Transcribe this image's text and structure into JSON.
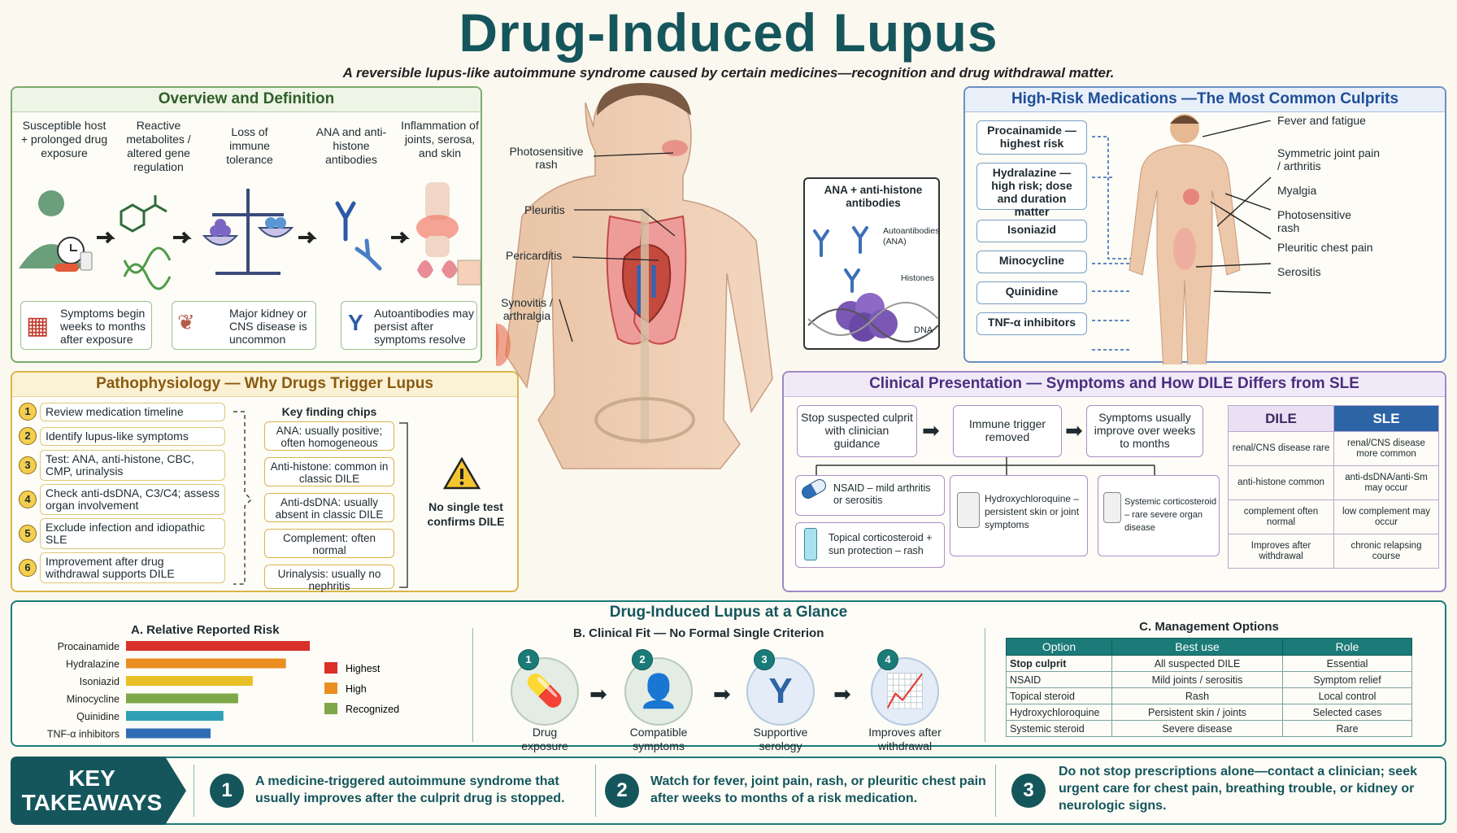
{
  "header": {
    "title": "Drug-Induced Lupus",
    "subtitle": "A reversible lupus-like autoimmune syndrome caused by certain medicines—recognition and drug withdrawal matter."
  },
  "overview": {
    "title": "Overview and Definition",
    "steps": [
      "Susceptible host + prolonged drug exposure",
      "Reactive metabolites / altered gene regulation",
      "Loss of immune tolerance",
      "ANA and anti-histone antibodies",
      "Inflammation of joints, serosa, and skin"
    ],
    "facts": [
      "Symptoms begin weeks to months after exposure",
      "Major kidney or CNS disease is uncommon",
      "Autoantibodies may persist after symptoms resolve"
    ]
  },
  "figure": {
    "labels": [
      "Photosensitive rash",
      "Pleuritis",
      "Pericarditis",
      "Synovitis / arthralgia"
    ],
    "inset_title": "ANA + anti-histone antibodies",
    "inset_labels": [
      "Autoantibodies (ANA)",
      "Histones",
      "DNA"
    ]
  },
  "meds": {
    "title": "High-Risk Medications —The Most Common Culprits",
    "items": [
      "Procainamide — highest risk",
      "Hydralazine — high risk; dose and duration matter",
      "Isoniazid",
      "Minocycline",
      "Quinidine",
      "TNF-α inhibitors"
    ],
    "symptoms": [
      "Fever and fatigue",
      "Symmetric joint pain / arthritis",
      "Myalgia",
      "Photosensitive rash",
      "Pleuritic chest pain",
      "Serositis"
    ]
  },
  "patho": {
    "title": "Pathophysiology — Why Drugs Trigger Lupus",
    "steps": [
      "Review medication timeline",
      "Identify lupus-like symptoms",
      "Test: ANA, anti-histone, CBC, CMP, urinalysis",
      "Check anti-dsDNA, C3/C4; assess organ involvement",
      "Exclude infection and idiopathic SLE",
      "Improvement after drug withdrawal supports DILE"
    ],
    "numbers": [
      "1",
      "2",
      "3",
      "4",
      "5",
      "6"
    ],
    "chips_title": "Key finding chips",
    "chips": [
      "ANA: usually positive; often homogeneous",
      "Anti-histone: common in classic DILE",
      "Anti-dsDNA: usually absent in classic DILE",
      "Complement: often normal",
      "Urinalysis: usually no nephritis"
    ],
    "warning": "No single test confirms DILE"
  },
  "clinical": {
    "title": "Clinical Presentation — Symptoms and How DILE Differs from SLE",
    "flow": [
      "Stop suspected culprit with clinician guidance",
      "Immune trigger removed",
      "Symptoms usually improve over weeks to months"
    ],
    "treatments": [
      "NSAID – mild arthritis or serositis",
      "Hydroxychloroquine – persistent skin or joint symptoms",
      "Systemic corticosteroid – rare severe organ disease",
      "Topical corticosteroid + sun protection – rash"
    ],
    "compare_headers": [
      "DILE",
      "SLE"
    ],
    "compare_rows": [
      [
        "renal/CNS disease rare",
        "renal/CNS disease more common"
      ],
      [
        "anti-histone common",
        "anti-dsDNA/anti-Sm may occur"
      ],
      [
        "complement often normal",
        "low complement may occur"
      ],
      [
        "Improves after withdrawal",
        "chronic relapsing course"
      ]
    ]
  },
  "glance": {
    "title": "Drug-Induced Lupus at a Glance",
    "riskTitle": "A. Relative Reported Risk",
    "legend": [
      "Highest",
      "High",
      "Recognized"
    ],
    "fitTitle": "B. Clinical Fit — No Formal Single Criterion",
    "fitNumbers": [
      "1",
      "2",
      "3",
      "4"
    ],
    "fit": [
      "Drug exposure",
      "Compatible symptoms",
      "Supportive serology",
      "Improves after withdrawal"
    ],
    "mgmtTitle": "C. Management Options",
    "mgmtHeaders": [
      "Option",
      "Best use",
      "Role"
    ],
    "mgmtRows": [
      [
        "Stop culprit",
        "All suspected DILE",
        "Essential"
      ],
      [
        "NSAID",
        "Mild joints / serositis",
        "Symptom relief"
      ],
      [
        "Topical steroid",
        "Rash",
        "Local control"
      ],
      [
        "Hydroxychloroquine",
        "Persistent skin / joints",
        "Selected cases"
      ],
      [
        "Systemic steroid",
        "Severe disease",
        "Rare"
      ]
    ]
  },
  "chart_data": {
    "type": "bar",
    "title": "A. Relative Reported Risk",
    "categories": [
      "Procainamide",
      "Hydralazine",
      "Isoniazid",
      "Minocycline",
      "Quinidine",
      "TNF-α inhibitors"
    ],
    "values": [
      100,
      87,
      69,
      61,
      53,
      46
    ],
    "colors": [
      "#d9312a",
      "#ea8e22",
      "#e8c026",
      "#7ea84a",
      "#2e9fb4",
      "#2f6db5"
    ],
    "legend": [
      "Highest",
      "High",
      "Recognized"
    ],
    "legend_colors": [
      "#d9312a",
      "#ea8e22",
      "#7ea84a"
    ],
    "xlim": [
      0,
      100
    ]
  },
  "takeaways": {
    "label": "KEY TAKEAWAYS",
    "numbers": [
      "1",
      "2",
      "3"
    ],
    "items": [
      "A medicine-triggered autoimmune syndrome that usually improves after the culprit drug is stopped.",
      "Watch for fever, joint pain, rash, or pleuritic chest pain after weeks to months of a risk medication.",
      "Do not stop prescriptions alone—contact a clinician; seek urgent care for chest pain, breathing trouble, or kidney or neurologic signs."
    ]
  }
}
